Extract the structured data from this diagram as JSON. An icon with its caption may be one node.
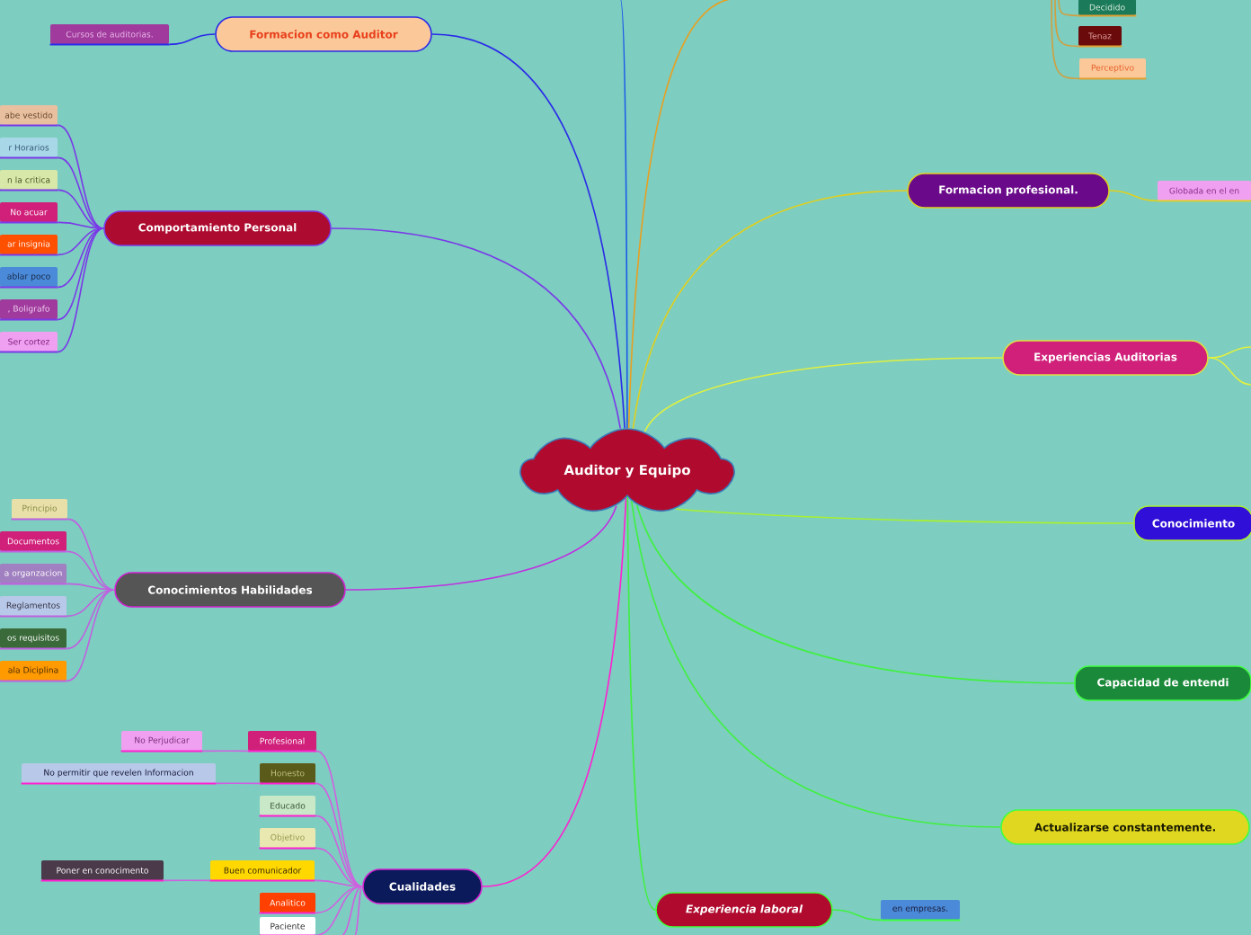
{
  "diagram": {
    "nodes": [
      {
        "text": [
          "Auditor y Equipo"
        ]
      },
      {
        "text": [
          "Formacion como Auditor"
        ]
      },
      {
        "text": [
          "Cursos de auditorias."
        ]
      },
      {
        "text": [
          "Comportamiento Personal"
        ]
      },
      {
        "text": [
          "abe vestido"
        ]
      },
      {
        "text": [
          "r Horarios"
        ]
      },
      {
        "text": [
          "n la critica"
        ]
      },
      {
        "text": [
          "No acuar"
        ]
      },
      {
        "text": [
          "ar insignia"
        ]
      },
      {
        "text": [
          "ablar poco"
        ]
      },
      {
        "text": [
          ", Boligrafo"
        ]
      },
      {
        "text": [
          "Ser cortez"
        ]
      },
      {
        "text": [
          "Conocimientos Habilidades"
        ]
      },
      {
        "text": [
          "Principio"
        ]
      },
      {
        "text": [
          "Documentos"
        ]
      },
      {
        "text": [
          "a organzacion"
        ]
      },
      {
        "text": [
          "Reglamentos"
        ]
      },
      {
        "text": [
          "os requisitos"
        ]
      },
      {
        "text": [
          "ala Diciplina"
        ]
      },
      {
        "text": [
          "Cualidades"
        ]
      },
      {
        "text": [
          "Profesional"
        ]
      },
      {
        "text": [
          "No Perjudicar"
        ]
      },
      {
        "text": [
          "Honesto"
        ]
      },
      {
        "text": [
          "No permitir que revelen Informacion"
        ]
      },
      {
        "text": [
          "Educado"
        ]
      },
      {
        "text": [
          "Objetivo"
        ]
      },
      {
        "text": [
          "Buen comunicador"
        ]
      },
      {
        "text": [
          "Poner en conocimento"
        ]
      },
      {
        "text": [
          "Analitico"
        ]
      },
      {
        "text": [
          "Paciente"
        ]
      },
      {
        "text": [
          "Decidido"
        ]
      },
      {
        "text": [
          "Tenaz"
        ]
      },
      {
        "text": [
          "Perceptivo"
        ]
      },
      {
        "text": [
          "Formacion profesional."
        ]
      },
      {
        "text": [
          "Globada en el en"
        ]
      },
      {
        "text": [
          "Experiencias Auditorias"
        ]
      },
      {
        "text": [
          "Conocimiento"
        ]
      },
      {
        "text": [
          "Capacidad de entendi"
        ]
      },
      {
        "text": [
          "Actualizarse constantemente."
        ]
      },
      {
        "text": [
          "Experiencia laboral"
        ]
      },
      {
        "text": [
          "en empresas."
        ]
      }
    ],
    "edges": [
      {
        "from": 0,
        "to": 1,
        "arrow": "none",
        "color": "#2a2ae8"
      },
      {
        "from": 1,
        "to": 2,
        "arrow": "none",
        "color": "#2a2ae8"
      },
      {
        "from": 0,
        "to": 3,
        "arrow": "none",
        "color": "#7a3ae8"
      },
      {
        "from": 3,
        "to": 4,
        "arrow": "none",
        "color": "#7a3ae8"
      },
      {
        "from": 3,
        "to": 5,
        "arrow": "none",
        "color": "#7a3ae8"
      },
      {
        "from": 3,
        "to": 6,
        "arrow": "none",
        "color": "#7a3ae8"
      },
      {
        "from": 3,
        "to": 7,
        "arrow": "none",
        "color": "#7a3ae8"
      },
      {
        "from": 3,
        "to": 8,
        "arrow": "none",
        "color": "#7a3ae8"
      },
      {
        "from": 3,
        "to": 9,
        "arrow": "none",
        "color": "#7a3ae8"
      },
      {
        "from": 3,
        "to": 10,
        "arrow": "none",
        "color": "#7a3ae8"
      },
      {
        "from": 3,
        "to": 11,
        "arrow": "none",
        "color": "#7a3ae8"
      },
      {
        "from": 0,
        "to": 12,
        "arrow": "none",
        "color": "#c030e0"
      },
      {
        "from": 12,
        "to": 13,
        "arrow": "none",
        "color": "#c060e0"
      },
      {
        "from": 12,
        "to": 14,
        "arrow": "none",
        "color": "#c060e0"
      },
      {
        "from": 12,
        "to": 15,
        "arrow": "none",
        "color": "#c060e0"
      },
      {
        "from": 12,
        "to": 16,
        "arrow": "none",
        "color": "#c060e0"
      },
      {
        "from": 12,
        "to": 17,
        "arrow": "none",
        "color": "#c060e0"
      },
      {
        "from": 12,
        "to": 18,
        "arrow": "none",
        "color": "#c060e0"
      },
      {
        "from": 0,
        "to": 19,
        "arrow": "none",
        "color": "#ff20d0"
      },
      {
        "from": 19,
        "to": 20,
        "arrow": "none",
        "color": "#d060e0"
      },
      {
        "from": 19,
        "to": 22,
        "arrow": "none",
        "color": "#d060e0"
      },
      {
        "from": 19,
        "to": 24,
        "arrow": "none",
        "color": "#d060e0"
      },
      {
        "from": 19,
        "to": 25,
        "arrow": "none",
        "color": "#d060e0"
      },
      {
        "from": 19,
        "to": 26,
        "arrow": "none",
        "color": "#d060e0"
      },
      {
        "from": 19,
        "to": 28,
        "arrow": "none",
        "color": "#d060e0"
      },
      {
        "from": 19,
        "to": 29,
        "arrow": "none",
        "color": "#d060e0"
      },
      {
        "from": 20,
        "to": 21,
        "arrow": "none",
        "color": "#d060e0"
      },
      {
        "from": 22,
        "to": 23,
        "arrow": "none",
        "color": "#d060e0"
      },
      {
        "from": 26,
        "to": 27,
        "arrow": "none",
        "color": "#d060e0"
      },
      {
        "from": 19,
        "to": null,
        "arrow": "none",
        "color": "#d060e0"
      },
      {
        "from": 19,
        "to": null,
        "arrow": "none",
        "color": "#d060e0"
      },
      {
        "from": 0,
        "to": null,
        "arrow": "none",
        "color": "#1a5ae8"
      },
      {
        "from": 0,
        "to": null,
        "arrow": "none",
        "color": "#e8a020"
      },
      {
        "from": null,
        "to": 30,
        "arrow": "none",
        "color": "#d0a040"
      },
      {
        "from": null,
        "to": 31,
        "arrow": "none",
        "color": "#d0a040"
      },
      {
        "from": null,
        "to": 32,
        "arrow": "none",
        "color": "#d0a040"
      },
      {
        "from": 0,
        "to": 33,
        "arrow": "none",
        "color": "#e0d020"
      },
      {
        "from": 33,
        "to": 34,
        "arrow": "none",
        "color": "#e0d020"
      },
      {
        "from": 0,
        "to": 35,
        "arrow": "none",
        "color": "#e0f040"
      },
      {
        "from": 35,
        "to": null,
        "arrow": "none",
        "color": "#e0f040"
      },
      {
        "from": 35,
        "to": null,
        "arrow": "none",
        "color": "#e0f040"
      },
      {
        "from": 0,
        "to": 36,
        "arrow": "none",
        "color": "#a8f030"
      },
      {
        "from": 0,
        "to": 37,
        "arrow": "none",
        "color": "#40f040"
      },
      {
        "from": 0,
        "to": 38,
        "arrow": "none",
        "color": "#40f040"
      },
      {
        "from": 0,
        "to": 39,
        "arrow": "none",
        "color": "#40f040"
      },
      {
        "from": 39,
        "to": 40,
        "arrow": "none",
        "color": "#40f040"
      }
    ]
  }
}
